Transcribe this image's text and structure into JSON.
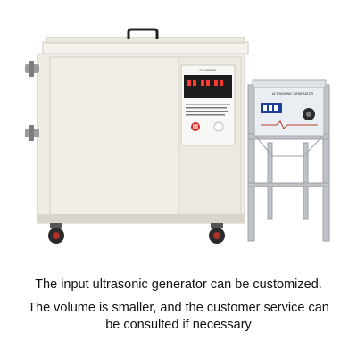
{
  "image": {
    "subject": "ultrasonic cleaning machine with separate ultrasonic generator on a stand",
    "colors": {
      "tank_body": "#efece4",
      "tank_shadow": "#d9d5ca",
      "lid": "#f4f2ec",
      "control_panel": "#f7f7f5",
      "display": "#1d1d1d",
      "digits": "#ff3b30",
      "stand_metal": "#bfc2c6",
      "generator_face": "#e9eef3",
      "generator_display": "#1b3f9a",
      "caster": "#2a2a2a",
      "caster_accent": "#b0302a"
    },
    "icons": [
      "handle-icon",
      "drain-valve-icon",
      "power-button-icon",
      "knob-icon",
      "caster-icon"
    ]
  },
  "labels": {
    "panel_brand": "GUANMIN",
    "generator_title": "ULTRASONIC GENERATOR"
  },
  "caption": {
    "line1": "The input ultrasonic generator can be customized.",
    "line2": "The volume is smaller, and the customer service can",
    "line3": "be consulted if necessary"
  }
}
